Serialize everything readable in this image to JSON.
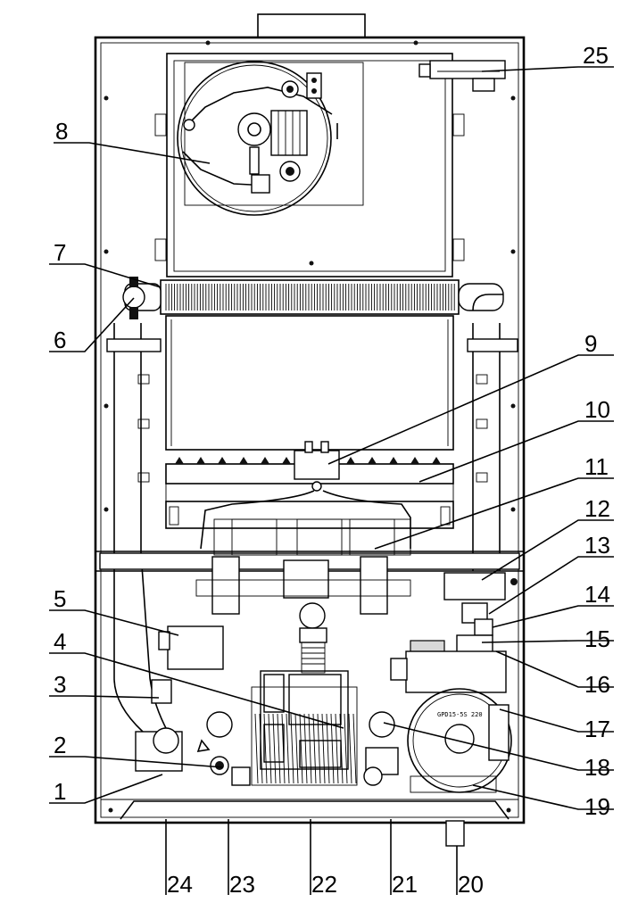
{
  "labels": [
    "1",
    "2",
    "3",
    "4",
    "5",
    "6",
    "7",
    "8",
    "9",
    "10",
    "11",
    "12",
    "13",
    "14",
    "15",
    "16",
    "17",
    "18",
    "19",
    "20",
    "21",
    "22",
    "23",
    "24",
    "25"
  ],
  "pump_marking": "GPD15-5S 220"
}
